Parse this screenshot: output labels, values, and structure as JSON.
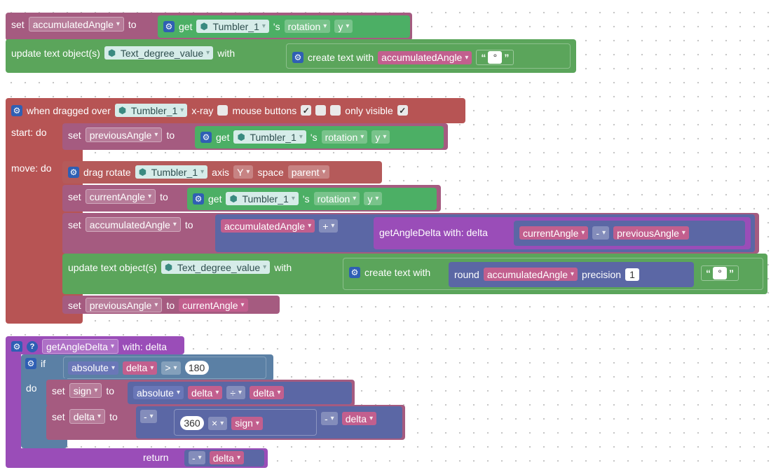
{
  "words": {
    "set": "set",
    "to": "to",
    "get": "get",
    "s_prop": "'s",
    "with": "with",
    "update": "update text object(s)",
    "create_text": "create text with",
    "when_dragged": "when dragged over",
    "xray": "x-ray",
    "mouse_buttons": "mouse buttons",
    "only_visible": "only visible",
    "start_do": "start: do",
    "move_do": "move: do",
    "drag_rotate": "drag rotate",
    "axis": "axis",
    "space": "space",
    "get_angle_delta_with": "getAngleDelta  with:  delta",
    "round": "round",
    "precision": "precision",
    "func_with_delta": "with: delta",
    "if": "if",
    "do": "do",
    "return": "return",
    "quote_open": "“",
    "quote_close": "”",
    "degree": "°",
    "check": "✓"
  },
  "vars": {
    "accumulated_angle": "accumulatedAngle",
    "previous_angle": "previousAngle",
    "current_angle": "currentAngle",
    "delta": "delta",
    "sign": "sign"
  },
  "objects": {
    "tumbler": "Tumbler_1",
    "text_degree": "Text_degree_value"
  },
  "options": {
    "rotation": "rotation",
    "y_lower": "y",
    "axis_Y": "Y",
    "parent": "parent",
    "plus": "+",
    "minus": "-",
    "gt": ">",
    "divide": "÷",
    "times": "×",
    "absolute": "absolute"
  },
  "functions": {
    "get_angle_delta": "getAngleDelta"
  },
  "numbers": {
    "n180": "180",
    "n360": "360",
    "n1": "1"
  },
  "icons": {
    "gear": "gear-icon",
    "question": "question-icon",
    "cube": "cube-icon"
  },
  "colors": {
    "variable": "#A55B80",
    "objects_get": "#4CAF65",
    "text": "#5BA55B",
    "event": "#B75454",
    "math": "#5B67A5",
    "function": "#9A4DB8",
    "logic": "#5B80A5"
  }
}
